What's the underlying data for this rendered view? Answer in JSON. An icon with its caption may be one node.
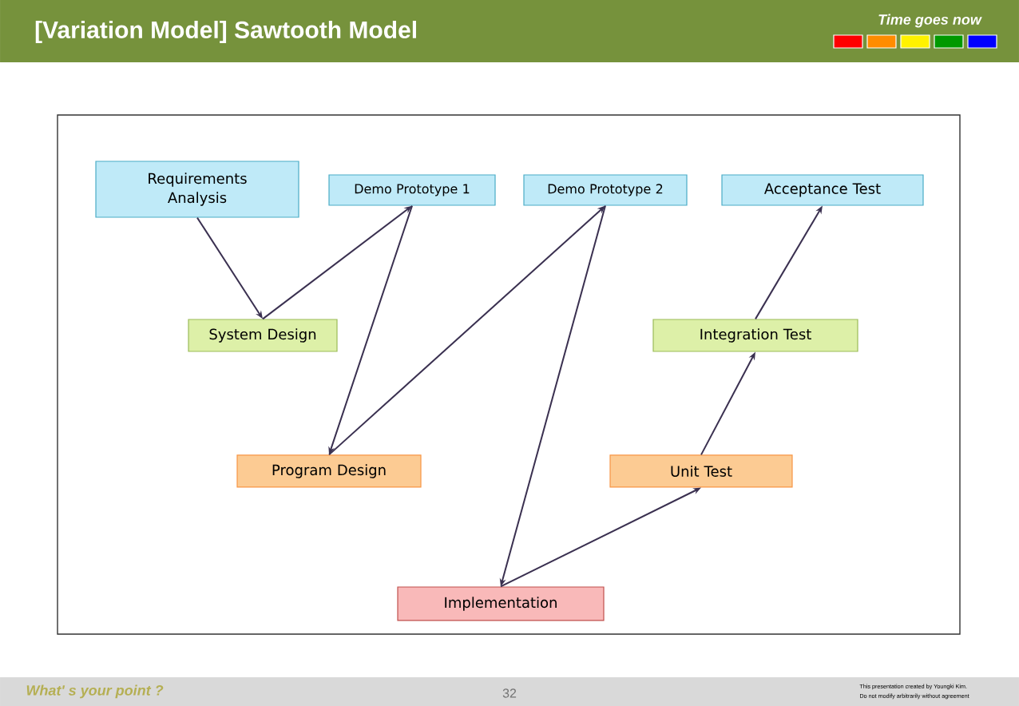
{
  "diagram": {
    "title": "[Variation Model] Sawtooth Model",
    "nodes": [
      {
        "text": [
          "Requirements Analysis"
        ]
      },
      {
        "text": [
          "Demo Prototype 1"
        ]
      },
      {
        "text": [
          "Demo Prototype 2"
        ]
      },
      {
        "text": [
          "Acceptance Test"
        ]
      },
      {
        "text": [
          "System Design"
        ]
      },
      {
        "text": [
          "Integration Test"
        ]
      },
      {
        "text": [
          "Program Design"
        ]
      },
      {
        "text": [
          "Unit Test"
        ]
      },
      {
        "text": [
          "Implementation"
        ]
      }
    ],
    "edges": [
      {
        "from": 0,
        "to": 4,
        "arrow": "to"
      },
      {
        "from": 4,
        "to": 1,
        "arrow": "to"
      },
      {
        "from": 1,
        "to": 6,
        "arrow": "to"
      },
      {
        "from": 6,
        "to": 2,
        "arrow": "to"
      },
      {
        "from": 2,
        "to": 8,
        "arrow": "to"
      },
      {
        "from": 8,
        "to": 7,
        "arrow": "to"
      },
      {
        "from": 7,
        "to": 5,
        "arrow": "to"
      },
      {
        "from": 5,
        "to": 3,
        "arrow": "to"
      }
    ],
    "labels": [
      "Time goes now",
      "What' s your point ?",
      "32",
      "This presentation created by Youngki Kim.",
      "Do not modify arbitrarily without agreement"
    ]
  }
}
